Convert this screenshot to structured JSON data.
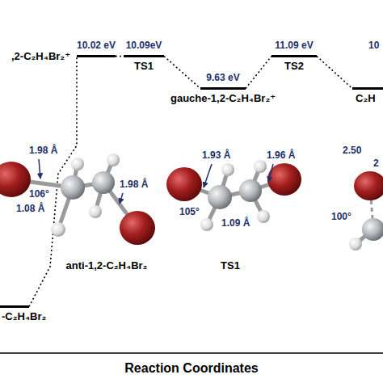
{
  "diagram": {
    "nodes": [
      {
        "text": [
          "-C₂H₄Br₂"
        ]
      },
      {
        "text": [
          ",2-C₂H₄Br₂⁺",
          "10.02 eV"
        ]
      },
      {
        "text": [
          "10.09eV",
          "TS1"
        ]
      },
      {
        "text": [
          "9.63 eV",
          "gauche-1,2-C₂H₄Br₂⁺"
        ]
      },
      {
        "text": [
          "11.09 eV",
          "TS2"
        ]
      },
      {
        "text": [
          "10",
          "C₂H"
        ]
      }
    ],
    "edges": [
      {
        "from": 0,
        "to": 1,
        "arrow": "none"
      },
      {
        "from": 1,
        "to": 2,
        "arrow": "none"
      },
      {
        "from": 2,
        "to": 3,
        "arrow": "none"
      },
      {
        "from": 3,
        "to": 4,
        "arrow": "none"
      },
      {
        "from": 4,
        "to": 5,
        "arrow": "none"
      }
    ],
    "labels": [
      "1.98 Å",
      "1.98 Å",
      "106°",
      "1.08 Å",
      "anti-1,2-C₂H₄Br₂",
      "1.93 Å",
      "1.96 Å",
      "105°",
      "1.09 Å",
      "TS1",
      "2.50",
      "2",
      "100°",
      "Reaction Coordinates"
    ]
  }
}
